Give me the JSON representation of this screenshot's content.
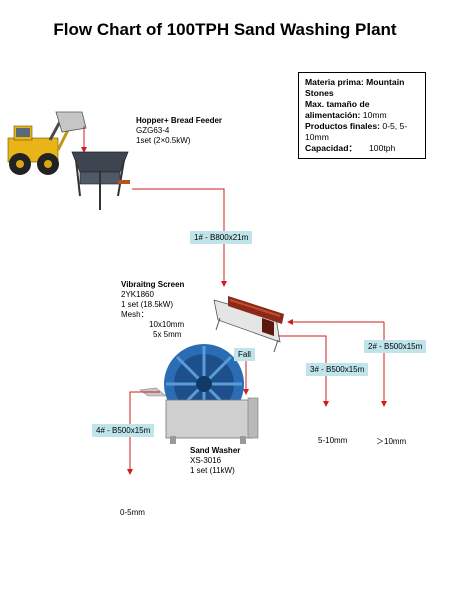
{
  "title": "Flow Chart of 100TPH Sand Washing Plant",
  "info": {
    "materia_label": "Materia prima:",
    "materia_value": "Mountain Stones",
    "max_label": "Max. tamaño de alimentación:",
    "max_value": "10mm",
    "productos_label": "Productos finales:",
    "productos_value": "0-5, 5-10mm",
    "capacidad_label": "Capacidad：",
    "capacidad_value": "100tph"
  },
  "hopper": {
    "name": "Hopper+ Bread Feeder",
    "model": "GZG63-4",
    "spec": "1set  (2×0.5kW)"
  },
  "screen": {
    "name": "Vibraitng Screen",
    "model": "2YK1860",
    "spec": "1 set  (18.5kW)",
    "mesh_label": "Mesh：",
    "mesh_1": "10x10mm",
    "mesh_2": "5x 5mm"
  },
  "washer": {
    "name": "Sand Washer",
    "model": "XS-3016",
    "spec": "1 set  (11kW)"
  },
  "conveyors": {
    "c1": "1# - B800x21m",
    "c2": "2# - B500x15m",
    "c3": "3# - B500x15m",
    "c4": "4# - B500x15m"
  },
  "fall_label": "Fall",
  "outputs": {
    "o1": "5-10mm",
    "o2": "＞10mm",
    "o3": "0-5mm"
  },
  "colors": {
    "flow_line": "#cc1f1f",
    "label_bg": "#bfe5ea",
    "washer_wheel": "#2a6db5"
  }
}
